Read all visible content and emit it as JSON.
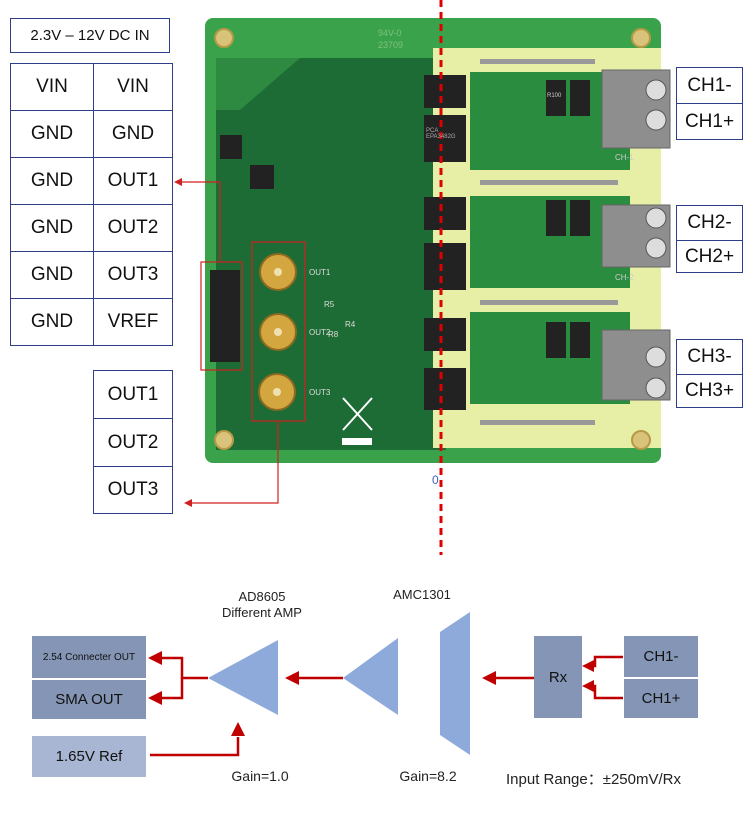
{
  "power_label": "2.3V – 12V DC IN",
  "pin_header": {
    "rows": [
      [
        "VIN",
        "VIN"
      ],
      [
        "GND",
        "GND"
      ],
      [
        "GND",
        "OUT1"
      ],
      [
        "GND",
        "OUT2"
      ],
      [
        "GND",
        "OUT3"
      ],
      [
        "GND",
        "VREF"
      ]
    ]
  },
  "sma_outputs": [
    "OUT1",
    "OUT2",
    "OUT3"
  ],
  "channels": [
    {
      "minus": "CH1-",
      "plus": "CH1+"
    },
    {
      "minus": "CH2-",
      "plus": "CH2+"
    },
    {
      "minus": "CH3-",
      "plus": "CH3+"
    }
  ],
  "board": {
    "silk_top": "94V-0",
    "silk_code": "23709",
    "ch_labels": [
      "CH-1",
      "CH-2"
    ],
    "sma_labels": [
      "OUT1",
      "OUT2",
      "OUT3"
    ],
    "components": [
      "R5",
      "R4",
      "R8"
    ],
    "isolator_text": "PCA EPA3482G",
    "shunt": "R100"
  },
  "axis_marker": "0",
  "colors": {
    "accent_red": "#c00000",
    "block_dark": "#8595b5",
    "block_light": "#a9b6d3",
    "amp_blue": "#8eaadb",
    "pcb_green": "#1f7a3a",
    "isolation_yellow": "#e5eda0"
  },
  "block_diagram": {
    "connector_out": "2.54 Connecter OUT",
    "sma_out": "SMA OUT",
    "ref": "1.65V Ref",
    "amp1_name": "AD8605",
    "amp1_desc": "Different AMP",
    "amp1_gain": "Gain=1.0",
    "amp2_name": "AMC1301",
    "amp2_gain": "Gain=8.2",
    "rx": "Rx",
    "in_minus": "CH1-",
    "in_plus": "CH1+",
    "input_range": "Input Range：±250mV/Rx"
  }
}
